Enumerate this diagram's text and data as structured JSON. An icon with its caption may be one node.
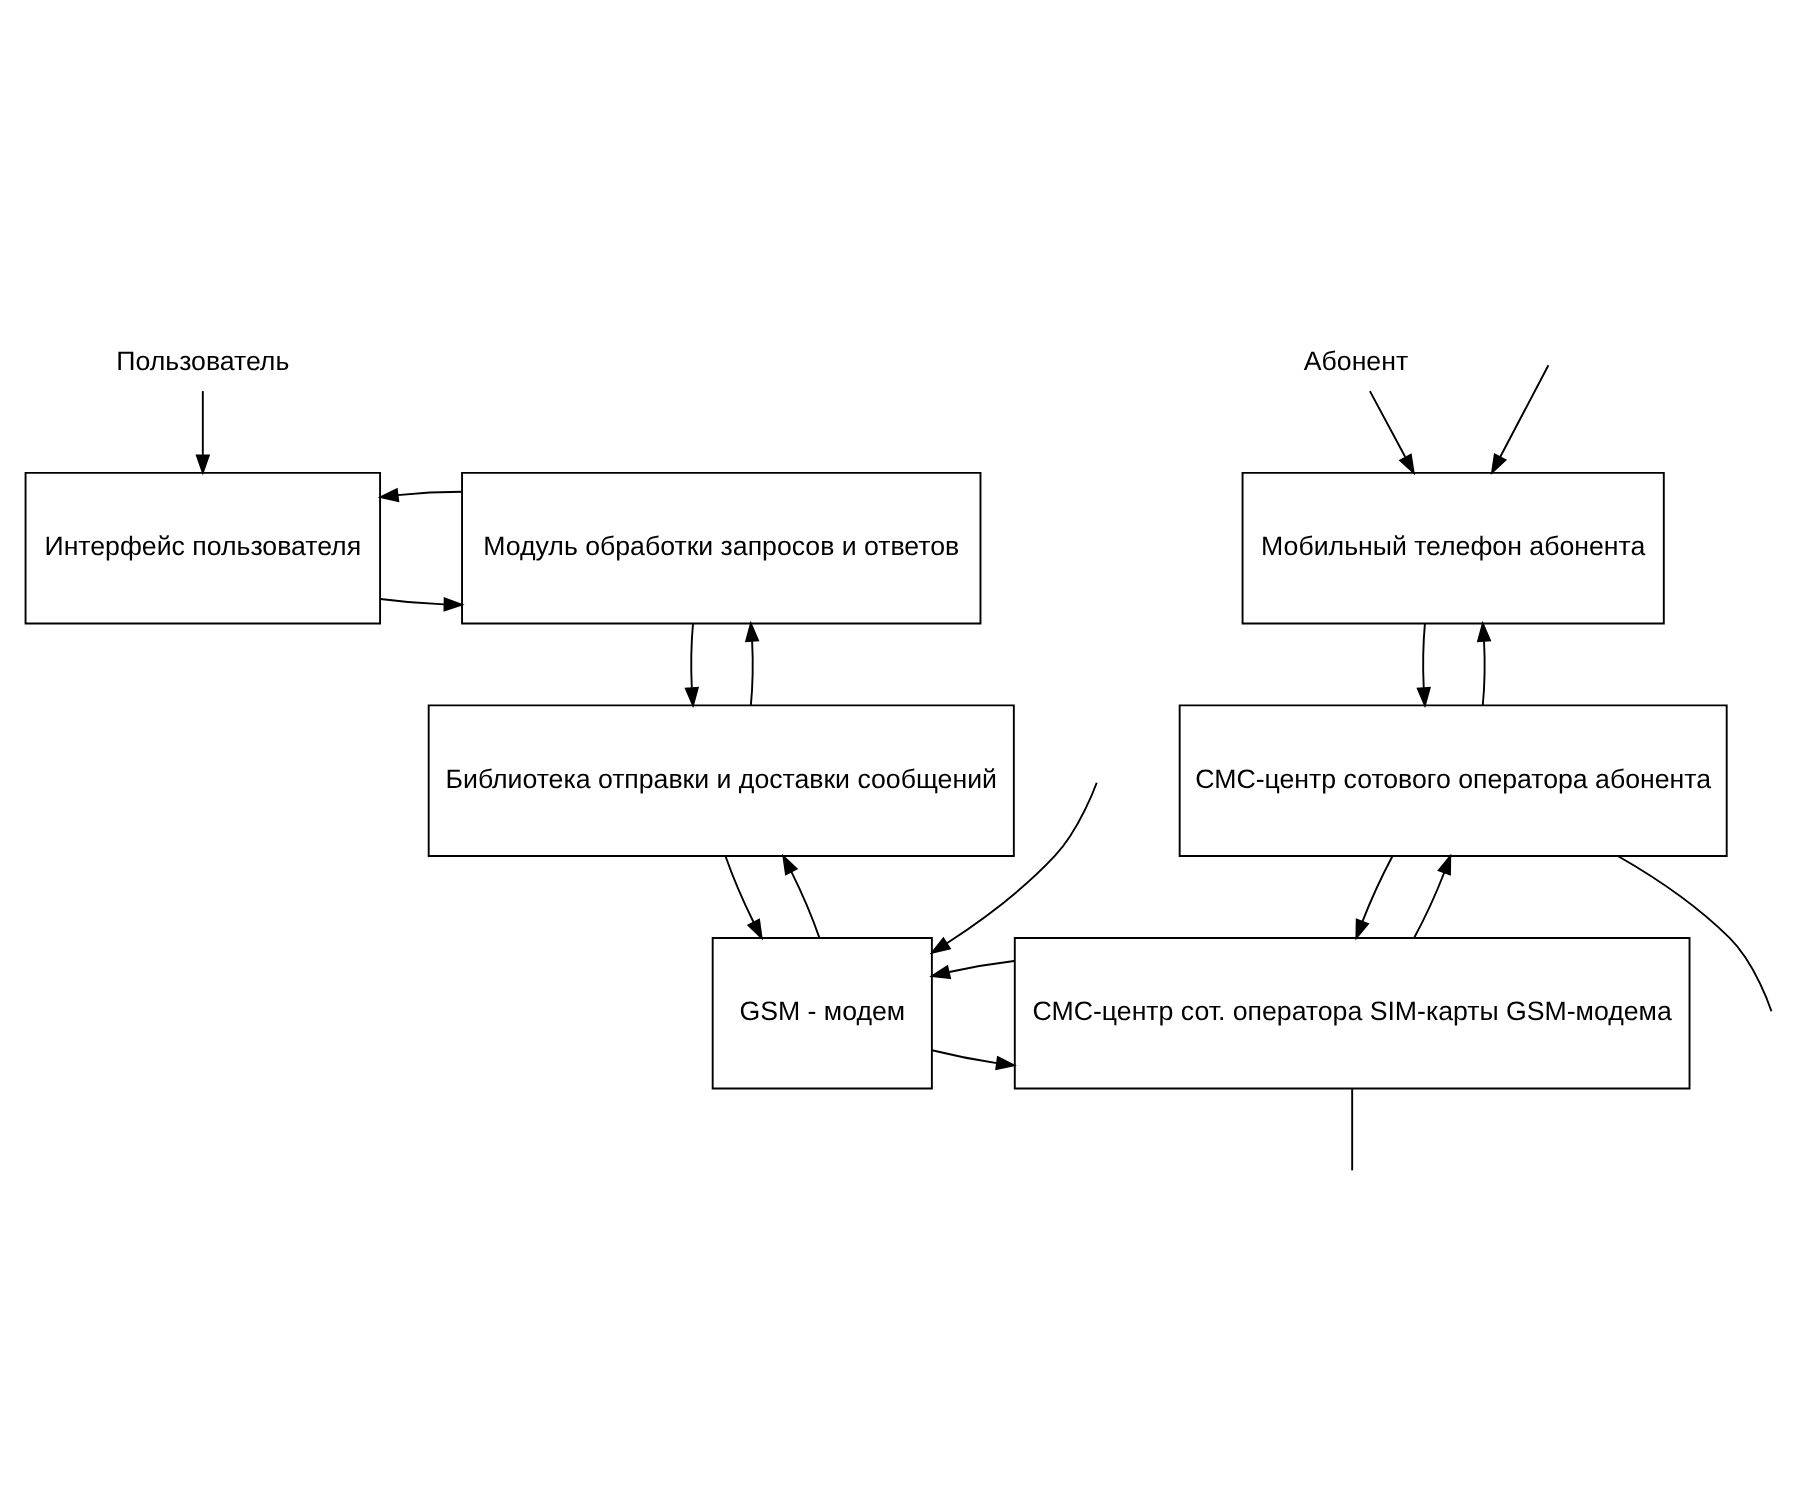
{
  "diagram": {
    "nodes": [
      {
        "text": [
          "Пользователь"
        ]
      },
      {
        "text": [
          "Интерфейс пользователя"
        ]
      },
      {
        "text": [
          "Модуль обработки запросов и ответов"
        ]
      },
      {
        "text": [
          "Библиотека отправки и доставки сообщений"
        ]
      },
      {
        "text": [
          "GSM - модем"
        ]
      },
      {
        "text": [
          "Абонент"
        ]
      },
      {
        "text": [
          "Мобильный телефон абонента"
        ]
      },
      {
        "text": [
          "СМС-центр сотового оператора абонента"
        ]
      },
      {
        "text": [
          "СМС-центр сот. оператора SIM-карты GSM-модема"
        ]
      }
    ],
    "edges": [
      {
        "from": 0,
        "to": 1,
        "arrow": "to"
      },
      {
        "from": 1,
        "to": 2,
        "arrow": "to"
      },
      {
        "from": 2,
        "to": 1,
        "arrow": "to"
      },
      {
        "from": 2,
        "to": 3,
        "arrow": "to"
      },
      {
        "from": 3,
        "to": 2,
        "arrow": "to"
      },
      {
        "from": 3,
        "to": 4,
        "arrow": "to"
      },
      {
        "from": 4,
        "to": 3,
        "arrow": "to"
      },
      {
        "from": 4,
        "to": 8,
        "arrow": "to"
      },
      {
        "from": 8,
        "to": 4,
        "arrow": "to"
      },
      {
        "from": 5,
        "to": 6,
        "arrow": "to"
      },
      {
        "from": 6,
        "to": 7,
        "arrow": "to"
      },
      {
        "from": 7,
        "to": 6,
        "arrow": "to"
      },
      {
        "from": 7,
        "to": 8,
        "arrow": "to"
      },
      {
        "from": 8,
        "to": 7,
        "arrow": "to"
      },
      {
        "from": null,
        "to": 6,
        "arrow": "to"
      },
      {
        "from": null,
        "to": 4,
        "arrow": "to"
      },
      {
        "from": 7,
        "to": null,
        "arrow": "none"
      },
      {
        "from": 8,
        "to": null,
        "arrow": "none"
      }
    ]
  }
}
